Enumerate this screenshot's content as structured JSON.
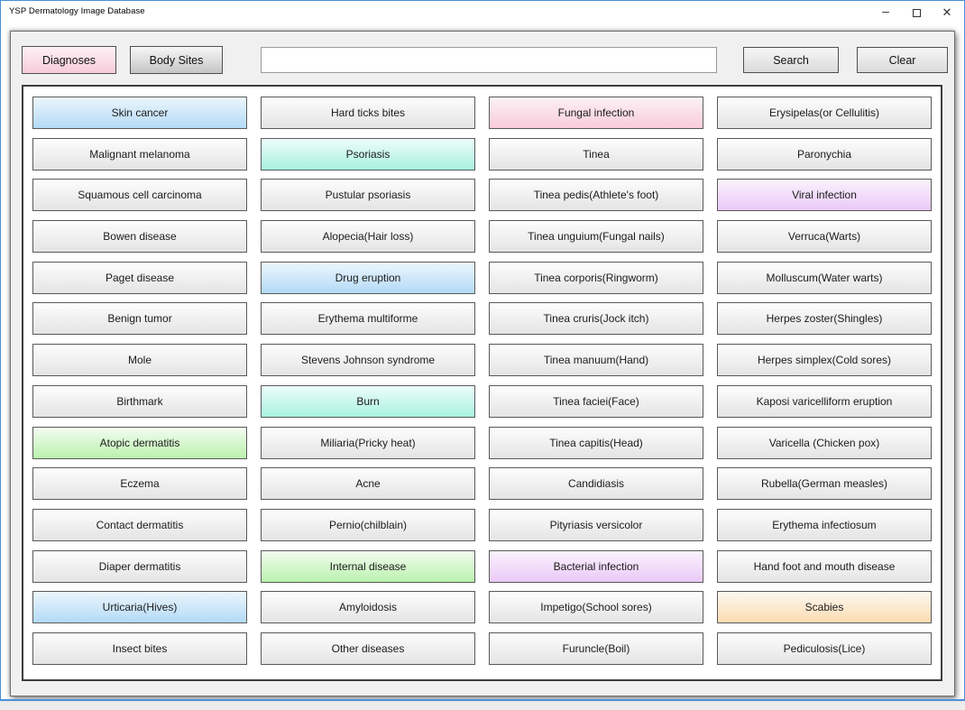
{
  "window": {
    "title": "YSP Dermatology Image Database",
    "controls": {
      "minimize_glyph": "–",
      "close_glyph": "✕"
    }
  },
  "toolbar": {
    "diagnoses_label": "Diagnoses",
    "body_sites_label": "Body Sites",
    "search_value": "",
    "search_label": "Search",
    "clear_label": "Clear"
  },
  "colors": {
    "window_border": "#4a90d9",
    "variants": {
      "default": [
        "#fdfdfd",
        "#e4e4e4"
      ],
      "blue": [
        "#ecf6fd",
        "#b4daf6"
      ],
      "pink": [
        "#fdf1f5",
        "#f8cbda"
      ],
      "mint": [
        "#eefcf9",
        "#a8f2e0"
      ],
      "violet": [
        "#fbf2fd",
        "#eac9f8"
      ],
      "green": [
        "#f3fcf0",
        "#bbf2ae"
      ],
      "orange": [
        "#fdf8f0",
        "#fbdcb2"
      ],
      "gray": [
        "#f7f7f7",
        "#c5c5c5"
      ],
      "button": [
        "#f7f7f7",
        "#dadada"
      ]
    }
  },
  "grid": {
    "buttons": [
      {
        "label": "Skin cancer",
        "variant": "blue"
      },
      {
        "label": "Hard ticks bites",
        "variant": "default"
      },
      {
        "label": "Fungal infection",
        "variant": "pink"
      },
      {
        "label": "Erysipelas(or Cellulitis)",
        "variant": "default"
      },
      {
        "label": "Malignant melanoma",
        "variant": "default"
      },
      {
        "label": "Psoriasis",
        "variant": "mint"
      },
      {
        "label": "Tinea",
        "variant": "default"
      },
      {
        "label": "Paronychia",
        "variant": "default"
      },
      {
        "label": "Squamous cell carcinoma",
        "variant": "default"
      },
      {
        "label": "Pustular psoriasis",
        "variant": "default"
      },
      {
        "label": "Tinea pedis(Athlete's foot)",
        "variant": "default"
      },
      {
        "label": "Viral infection",
        "variant": "violet"
      },
      {
        "label": "Bowen disease",
        "variant": "default"
      },
      {
        "label": "Alopecia(Hair loss)",
        "variant": "default"
      },
      {
        "label": "Tinea unguium(Fungal nails)",
        "variant": "default"
      },
      {
        "label": "Verruca(Warts)",
        "variant": "default"
      },
      {
        "label": "Paget disease",
        "variant": "default"
      },
      {
        "label": "Drug eruption",
        "variant": "blue"
      },
      {
        "label": "Tinea corporis(Ringworm)",
        "variant": "default"
      },
      {
        "label": "Molluscum(Water warts)",
        "variant": "default"
      },
      {
        "label": "Benign tumor",
        "variant": "default"
      },
      {
        "label": "Erythema multiforme",
        "variant": "default"
      },
      {
        "label": "Tinea cruris(Jock itch)",
        "variant": "default"
      },
      {
        "label": "Herpes zoster(Shingles)",
        "variant": "default"
      },
      {
        "label": "Mole",
        "variant": "default"
      },
      {
        "label": "Stevens Johnson syndrome",
        "variant": "default"
      },
      {
        "label": "Tinea manuum(Hand)",
        "variant": "default"
      },
      {
        "label": "Herpes simplex(Cold sores)",
        "variant": "default"
      },
      {
        "label": "Birthmark",
        "variant": "default"
      },
      {
        "label": "Burn",
        "variant": "mint"
      },
      {
        "label": "Tinea faciei(Face)",
        "variant": "default"
      },
      {
        "label": "Kaposi varicelliform eruption",
        "variant": "default"
      },
      {
        "label": "Atopic dermatitis",
        "variant": "green"
      },
      {
        "label": "Miliaria(Pricky heat)",
        "variant": "default"
      },
      {
        "label": "Tinea capitis(Head)",
        "variant": "default"
      },
      {
        "label": "Varicella (Chicken pox)",
        "variant": "default"
      },
      {
        "label": "Eczema",
        "variant": "default"
      },
      {
        "label": "Acne",
        "variant": "default"
      },
      {
        "label": "Candidiasis",
        "variant": "default"
      },
      {
        "label": "Rubella(German measles)",
        "variant": "default"
      },
      {
        "label": "Contact dermatitis",
        "variant": "default"
      },
      {
        "label": "Pernio(chilblain)",
        "variant": "default"
      },
      {
        "label": "Pityriasis versicolor",
        "variant": "default"
      },
      {
        "label": "Erythema infectiosum",
        "variant": "default"
      },
      {
        "label": "Diaper dermatitis",
        "variant": "default"
      },
      {
        "label": "Internal disease",
        "variant": "green"
      },
      {
        "label": "Bacterial infection",
        "variant": "violet"
      },
      {
        "label": "Hand foot and mouth disease",
        "variant": "default"
      },
      {
        "label": "Urticaria(Hives)",
        "variant": "blue"
      },
      {
        "label": "Amyloidosis",
        "variant": "default"
      },
      {
        "label": "Impetigo(School sores)",
        "variant": "default"
      },
      {
        "label": "Scabies",
        "variant": "orange"
      },
      {
        "label": "Insect bites",
        "variant": "default"
      },
      {
        "label": "Other diseases",
        "variant": "default"
      },
      {
        "label": "Furuncle(Boil)",
        "variant": "default"
      },
      {
        "label": "Pediculosis(Lice)",
        "variant": "default"
      }
    ]
  }
}
